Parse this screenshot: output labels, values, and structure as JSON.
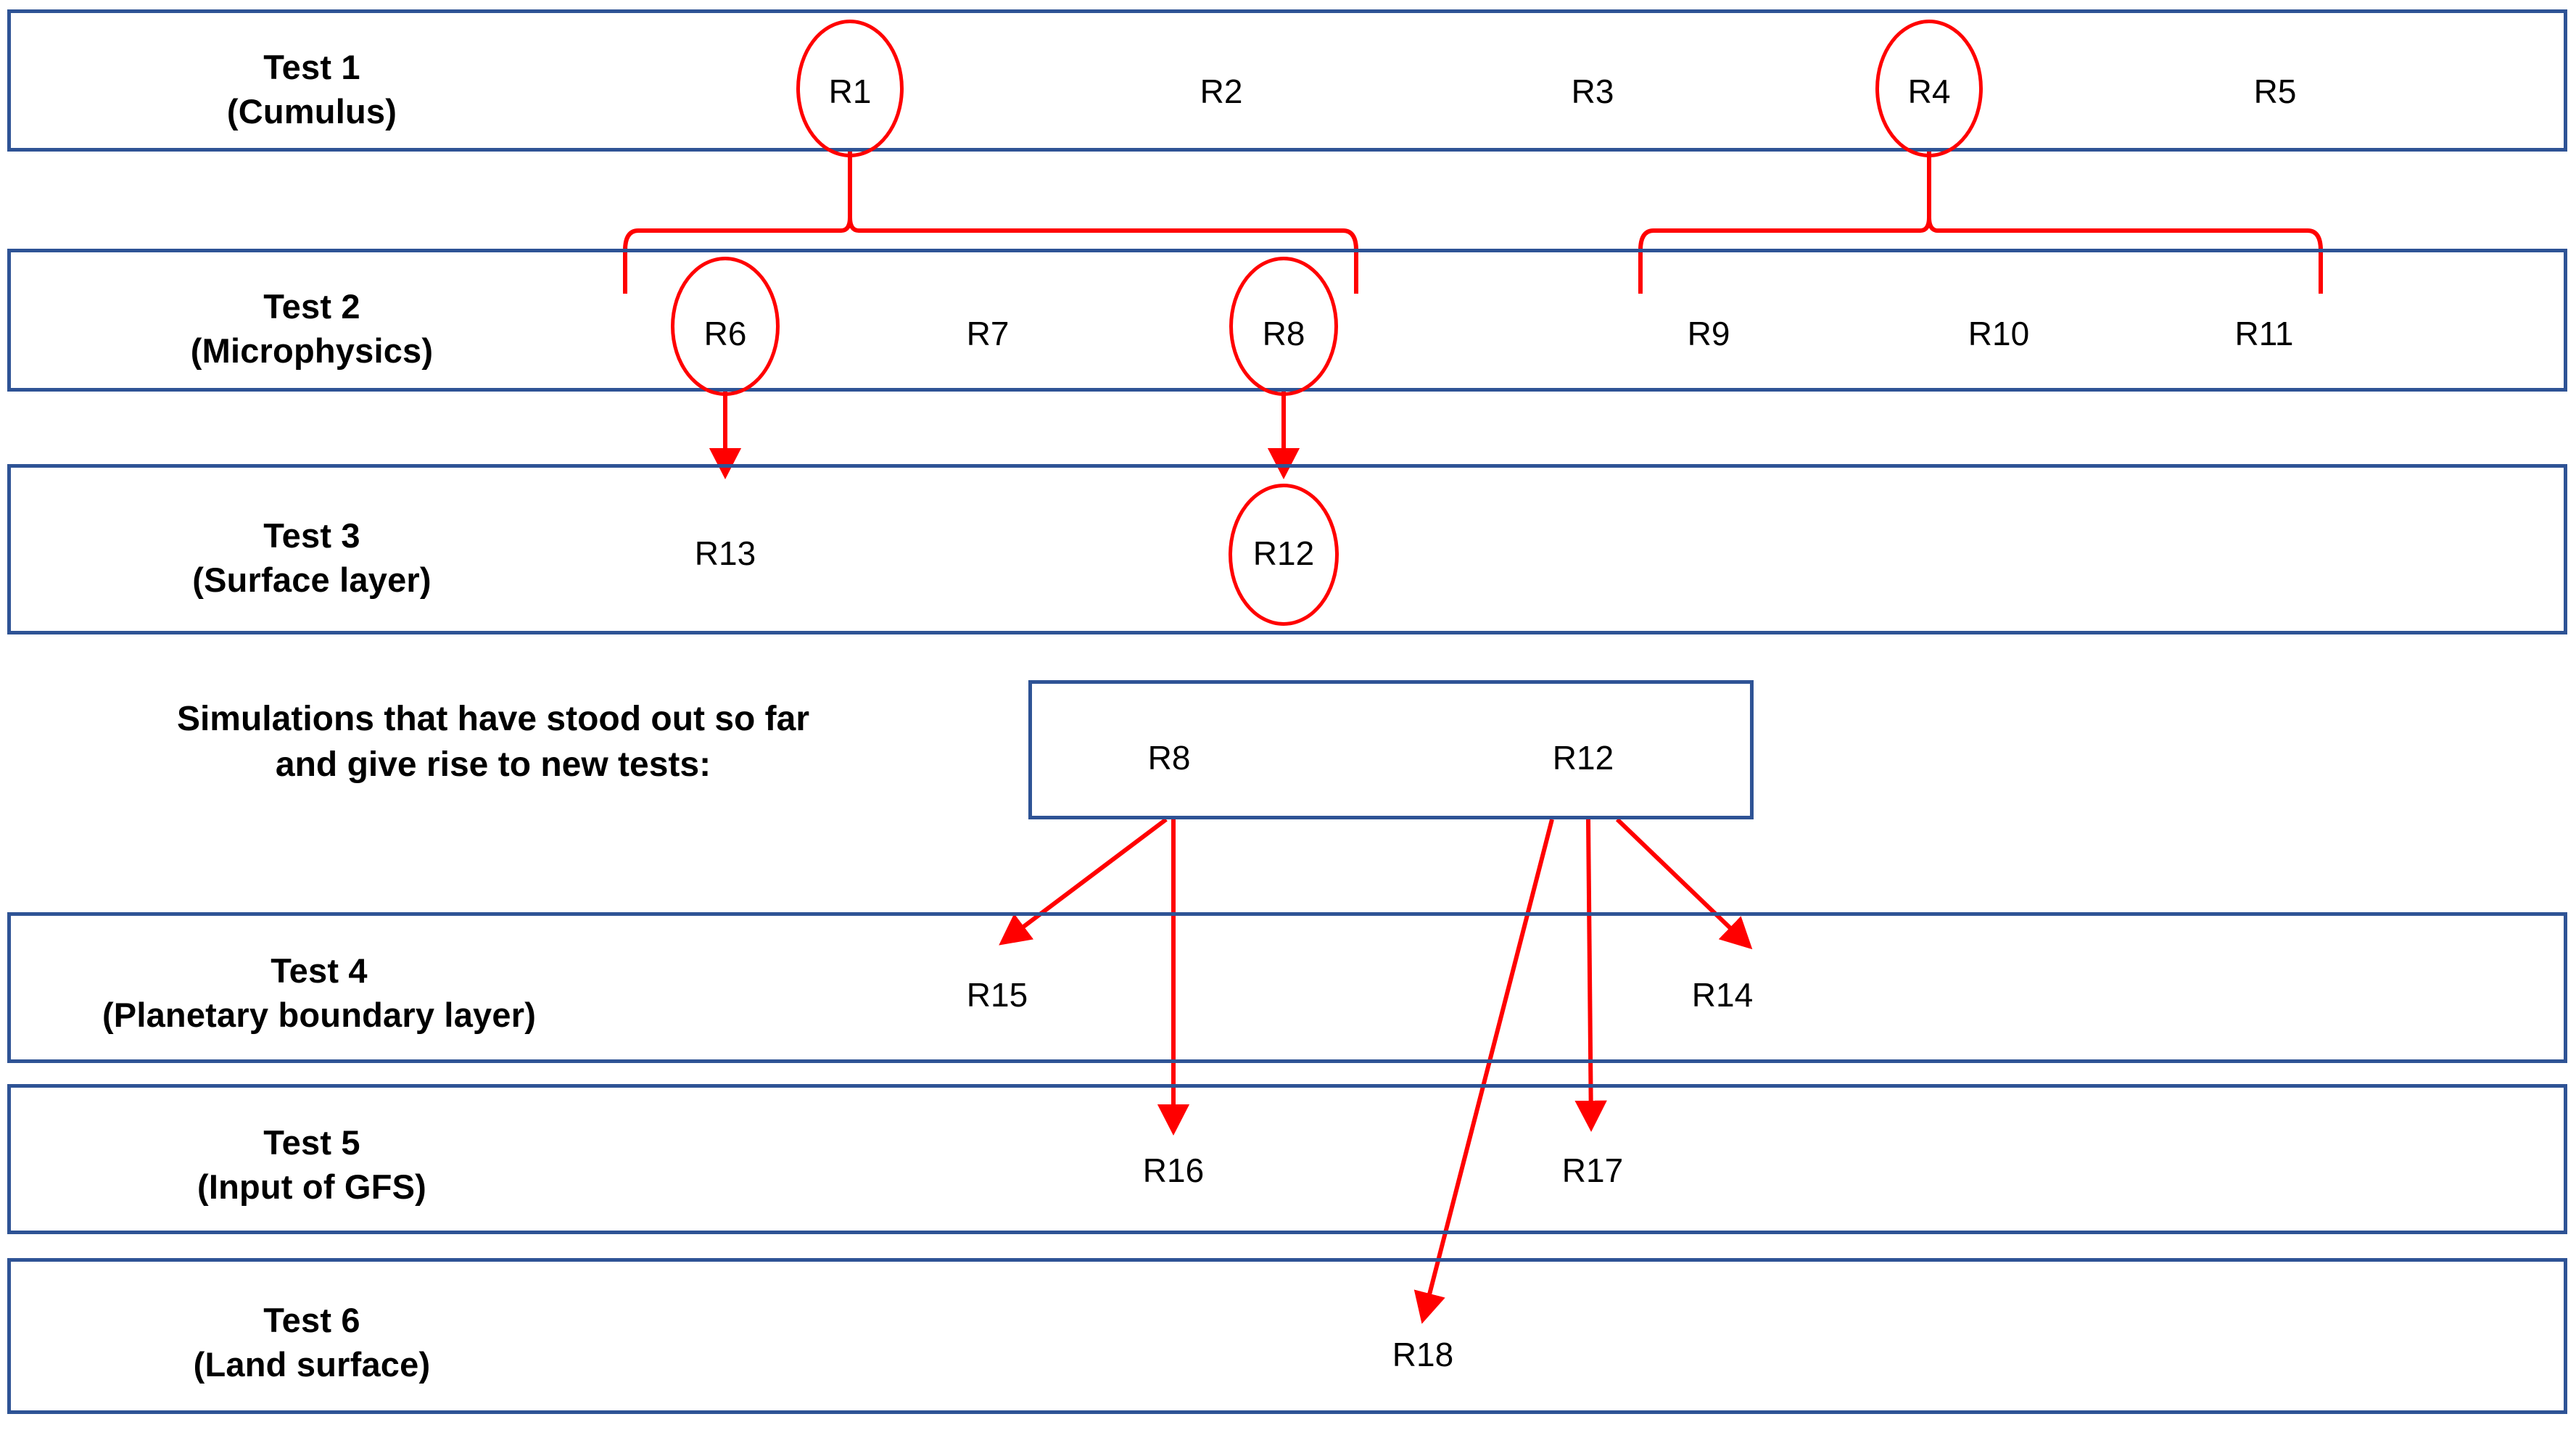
{
  "diagram": {
    "title_note": "Simulations that have stood out so far\nand give rise to new tests:",
    "colors": {
      "box_border": "#2E5395",
      "connector": "#FF0000",
      "text": "#000000",
      "background": "#FFFFFF"
    }
  },
  "tests": [
    {
      "id": "test-1",
      "name": "Test 1",
      "subtitle": "(Cumulus)",
      "label": "Test 1\n(Cumulus)"
    },
    {
      "id": "test-2",
      "name": "Test 2",
      "subtitle": "(Microphysics)",
      "label": "Test 2\n(Microphysics)"
    },
    {
      "id": "test-3",
      "name": "Test 3",
      "subtitle": "(Surface layer)",
      "label": "Test 3\n(Surface layer)"
    },
    {
      "id": "test-4",
      "name": "Test 4",
      "subtitle": "(Planetary boundary layer)",
      "label": "Test 4\n(Planetary boundary layer)"
    },
    {
      "id": "test-5",
      "name": "Test 5",
      "subtitle": "(Input of GFS)",
      "label": "Test 5\n(Input of GFS)"
    },
    {
      "id": "test-6",
      "name": "Test 6",
      "subtitle": "(Land surface)",
      "label": "Test 6\n(Land surface)"
    }
  ],
  "runs": {
    "r1": "R1",
    "r2": "R2",
    "r3": "R3",
    "r4": "R4",
    "r5": "R5",
    "r6": "R6",
    "r7": "R7",
    "r8": "R8",
    "r9": "R9",
    "r10": "R10",
    "r11": "R11",
    "r12": "R12",
    "r13": "R13",
    "r14": "R14",
    "r15": "R15",
    "r16": "R16",
    "r17": "R17",
    "r18": "R18",
    "r8_highlight": "R8",
    "r12_highlight": "R12"
  },
  "rows": [
    {
      "test": "Test 1",
      "runs": [
        "R1",
        "R2",
        "R3",
        "R4",
        "R5"
      ],
      "circled": [
        "R1",
        "R4"
      ]
    },
    {
      "test": "Test 2",
      "runs": [
        "R6",
        "R7",
        "R8",
        "R9",
        "R10",
        "R11"
      ],
      "circled": [
        "R6",
        "R8"
      ]
    },
    {
      "test": "Test 3",
      "runs": [
        "R13",
        "R12"
      ],
      "circled": [
        "R12"
      ]
    },
    {
      "test": "Test 4",
      "runs": [
        "R15",
        "R14"
      ],
      "circled": []
    },
    {
      "test": "Test 5",
      "runs": [
        "R16",
        "R17"
      ],
      "circled": []
    },
    {
      "test": "Test 6",
      "runs": [
        "R18"
      ],
      "circled": []
    }
  ],
  "highlight_box": {
    "runs": [
      "R8",
      "R12"
    ]
  },
  "connections": [
    {
      "from": "R1",
      "to": [
        "R6",
        "R7",
        "R8"
      ],
      "style": "brace"
    },
    {
      "from": "R4",
      "to": [
        "R9",
        "R10",
        "R11"
      ],
      "style": "brace"
    },
    {
      "from": "R6",
      "to": [
        "R13"
      ],
      "style": "arrow"
    },
    {
      "from": "R8",
      "to": [
        "R12"
      ],
      "style": "arrow"
    },
    {
      "from": "R8",
      "to": [
        "R15",
        "R16"
      ],
      "style": "arrow"
    },
    {
      "from": "R12",
      "to": [
        "R18",
        "R17",
        "R14"
      ],
      "style": "arrow"
    }
  ]
}
